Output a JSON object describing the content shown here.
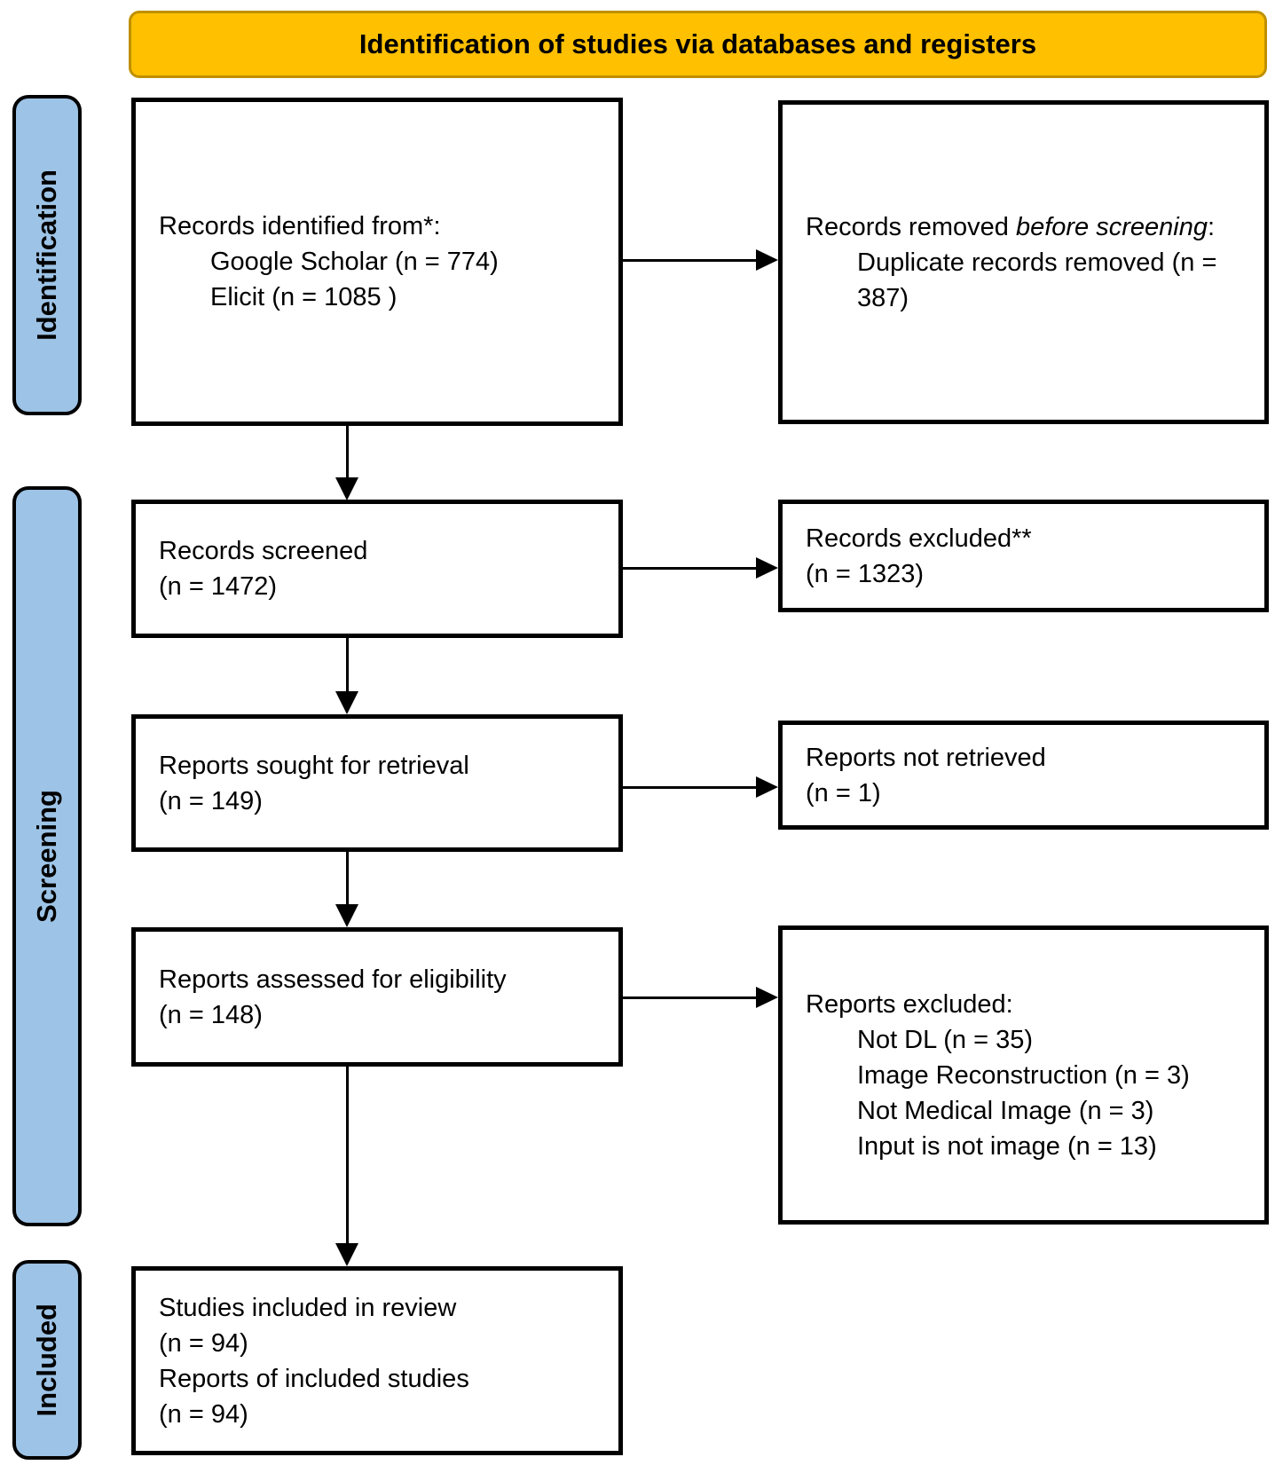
{
  "header": {
    "title": "Identification of studies via databases and registers"
  },
  "stages": {
    "identification": "Identification",
    "screening": "Screening",
    "included": "Included"
  },
  "colors": {
    "banner_fill": "#FFC000",
    "banner_border": "#BF9000",
    "stage_fill": "#9DC3E6",
    "box_border": "#000000",
    "text": "#000000"
  },
  "boxes": {
    "records_identified": {
      "title": "Records identified from*:",
      "items": [
        "Google Scholar (n = 774)",
        "Elicit (n = 1085 )"
      ]
    },
    "records_removed": {
      "prefix": "Records removed ",
      "italic": "before screening",
      "suffix": ":",
      "items": [
        "Duplicate records removed (n = 387)"
      ]
    },
    "records_screened": {
      "lines": [
        "Records screened",
        "(n = 1472)"
      ]
    },
    "records_excluded": {
      "lines": [
        "Records excluded**",
        "(n = 1323)"
      ]
    },
    "reports_sought": {
      "lines": [
        "Reports sought for retrieval",
        "(n = 149)"
      ]
    },
    "reports_not_retrieved": {
      "lines": [
        "Reports not retrieved",
        "(n = 1)"
      ]
    },
    "reports_assessed": {
      "lines": [
        "Reports assessed for eligibility",
        "(n = 148)"
      ]
    },
    "reports_excluded": {
      "title": "Reports excluded:",
      "items": [
        "Not DL (n = 35)",
        "Image Reconstruction (n = 3)",
        "Not Medical Image (n = 3)",
        "Input is not image (n = 13)"
      ]
    },
    "studies_included": {
      "lines": [
        "Studies included in review",
        "(n = 94)",
        "Reports of included studies",
        "(n = 94)"
      ]
    }
  }
}
